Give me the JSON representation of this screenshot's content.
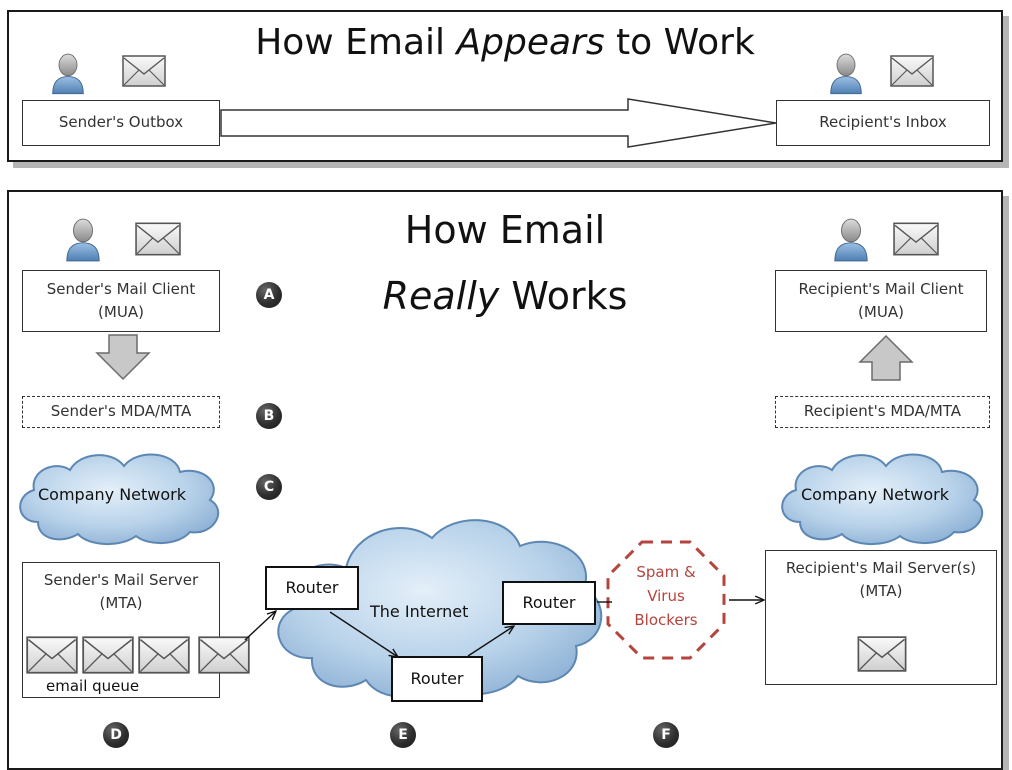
{
  "top": {
    "title_prefix": "How Email ",
    "title_emph": "Appears",
    "title_suffix": " to Work",
    "sender_outbox": "Sender's Outbox",
    "recipient_inbox": "Recipient's Inbox"
  },
  "bottom": {
    "title_line1": "How Email",
    "title_line2_emph": "Really",
    "title_line2_rest": " Works",
    "sender_client_line1": "Sender's Mail Client",
    "sender_client_line2": "(MUA)",
    "recipient_client_line1": "Recipient's Mail Client",
    "recipient_client_line2": "(MUA)",
    "sender_mda": "Sender's MDA/MTA",
    "recipient_mda": "Recipient's MDA/MTA",
    "company_network_left": "Company Network",
    "company_network_right": "Company Network",
    "sender_server_line1": "Sender's Mail Server",
    "sender_server_line2": "(MTA)",
    "email_queue": "email queue",
    "internet": "The Internet",
    "router_1": "Router",
    "router_2": "Router",
    "router_3": "Router",
    "spam_line1": "Spam &",
    "spam_line2": "Virus",
    "spam_line3": "Blockers",
    "recipient_server_line1": "Recipient's Mail Server(s)",
    "recipient_server_line2": "(MTA)",
    "markers": {
      "a": "A",
      "b": "B",
      "c": "C",
      "d": "D",
      "e": "E",
      "f": "F"
    }
  },
  "icons": [
    "person-icon",
    "envelope-icon"
  ],
  "colors": {
    "cloud_fill": "#b9d3ea",
    "cloud_stroke": "#5d87b3",
    "spam": "#b5443d",
    "arrow_gray": "#c8c8c8"
  }
}
